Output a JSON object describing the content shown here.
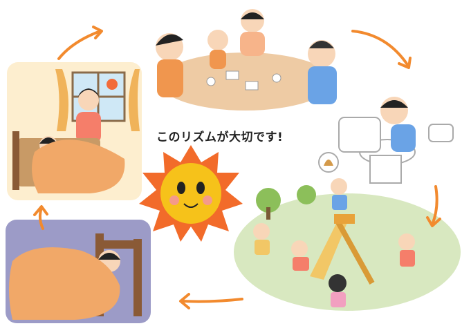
{
  "caption": "このリズムが大切です!",
  "colors": {
    "arrow": "#f28a2e",
    "morning_panel": "#fdeecf",
    "night_panel": "#9c9bc7",
    "play_area": "#d8e8c0",
    "sun": "#f6c21a",
    "blanket": "#f1a868"
  },
  "scenes": [
    "wake-up",
    "family-breakfast",
    "toilet",
    "outdoor-play",
    "sleep"
  ]
}
